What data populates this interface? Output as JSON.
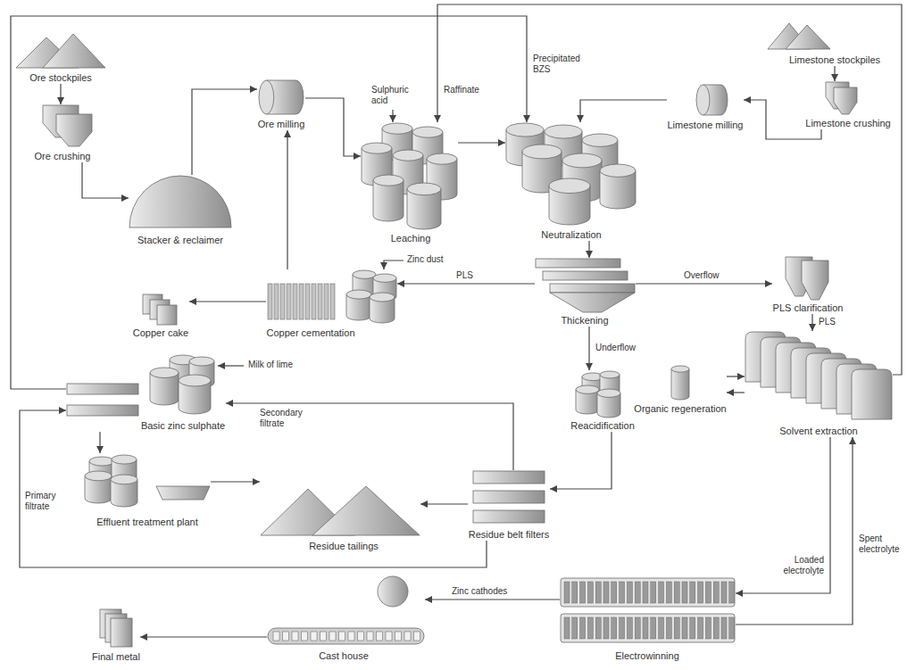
{
  "diagram": {
    "nodes": [
      {
        "text": [
          "Ore stockpiles"
        ]
      },
      {
        "text": [
          "Ore crushing"
        ]
      },
      {
        "text": [
          "Stacker & reclaimer"
        ]
      },
      {
        "text": [
          "Ore milling"
        ]
      },
      {
        "text": [
          "Leaching"
        ]
      },
      {
        "text": [
          "Neutralization"
        ]
      },
      {
        "text": [
          "Limestone stockpiles"
        ]
      },
      {
        "text": [
          "Limestone crushing"
        ]
      },
      {
        "text": [
          "Limestone milling"
        ]
      },
      {
        "text": [
          "Thickening"
        ]
      },
      {
        "text": [
          "PLS clarification"
        ]
      },
      {
        "text": [
          "Copper cementation"
        ]
      },
      {
        "text": [
          "Copper cake"
        ]
      },
      {
        "text": [
          "Basic zinc sulphate"
        ]
      },
      {
        "text": [
          "Reacidification"
        ]
      },
      {
        "text": [
          "Solvent extraction"
        ]
      },
      {
        "text": [
          "Organic regeneration"
        ]
      },
      {
        "text": [
          "Effluent treatment plant"
        ]
      },
      {
        "text": [
          "Residue tailings"
        ]
      },
      {
        "text": [
          "Residue belt filters"
        ]
      },
      {
        "text": [
          "Electrowinning"
        ]
      },
      {
        "text": [
          "Cast house"
        ]
      },
      {
        "text": [
          "Final metal"
        ]
      }
    ],
    "edges": [
      {
        "from": 0,
        "to": 1,
        "arrow": "to"
      },
      {
        "from": 1,
        "to": 2,
        "arrow": "to"
      },
      {
        "from": 2,
        "to": 3,
        "arrow": "to"
      },
      {
        "from": 3,
        "to": 4,
        "arrow": "to"
      },
      {
        "from": 4,
        "to": 5,
        "arrow": "to"
      },
      {
        "from": 6,
        "to": 7,
        "arrow": "to"
      },
      {
        "from": 7,
        "to": 8,
        "arrow": "to"
      },
      {
        "from": 8,
        "to": 5,
        "arrow": "to"
      },
      {
        "from": 5,
        "to": 9,
        "arrow": "to"
      },
      {
        "from": 9,
        "to": 11,
        "label": "PLS",
        "arrow": "to"
      },
      {
        "from": 9,
        "to": 10,
        "label": "Overflow",
        "arrow": "to"
      },
      {
        "from": 9,
        "to": 14,
        "label": "Underflow",
        "arrow": "to"
      },
      {
        "from": 10,
        "to": 15,
        "label": "PLS",
        "arrow": "to"
      },
      {
        "from": 11,
        "to": 12,
        "arrow": "to"
      },
      {
        "from": 11,
        "to": 3,
        "arrow": "to"
      },
      {
        "from": 13,
        "to": 5,
        "label": "Precipitated BZS",
        "arrow": "to"
      },
      {
        "from": 15,
        "to": 4,
        "label": "Raffinate",
        "arrow": "to"
      },
      {
        "from": 16,
        "to": 15,
        "arrow": "to"
      },
      {
        "from": 15,
        "to": 16,
        "arrow": "to"
      },
      {
        "from": 13,
        "to": 17,
        "arrow": "to"
      },
      {
        "from": 17,
        "to": 18,
        "arrow": "to"
      },
      {
        "from": 19,
        "to": 18,
        "arrow": "to"
      },
      {
        "from": 14,
        "to": 19,
        "arrow": "to"
      },
      {
        "from": 19,
        "to": 13,
        "label": "Secondary filtrate",
        "arrow": "to"
      },
      {
        "from": 19,
        "to": 13,
        "label": "Primary filtrate",
        "arrow": "to"
      },
      {
        "from": 15,
        "to": 20,
        "label": "Loaded electrolyte",
        "arrow": "to"
      },
      {
        "from": 20,
        "to": 15,
        "label": "Spent electrolyte",
        "arrow": "to"
      },
      {
        "from": 20,
        "to": 21,
        "label": "Zinc cathodes",
        "arrow": "to"
      },
      {
        "from": 21,
        "to": 22,
        "arrow": "to"
      }
    ],
    "labels": [
      "Sulphuric acid",
      "Zinc dust",
      "Milk of lime"
    ]
  }
}
